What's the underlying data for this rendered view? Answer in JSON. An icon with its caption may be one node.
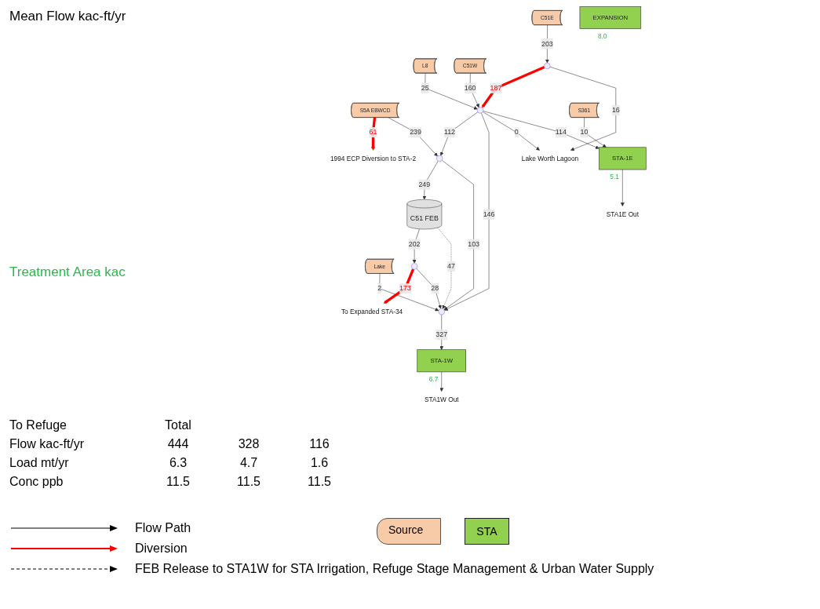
{
  "diagram": {
    "nodes": [
      {
        "text": [
          "S5A EBWCD"
        ]
      },
      {
        "text": [
          "Lake"
        ]
      },
      {
        "text": [
          "L8"
        ]
      },
      {
        "text": [
          "C51W"
        ]
      },
      {
        "text": [
          "1994 ECP Diversion to STA-2"
        ]
      },
      {
        "text": [
          "C51 FEB"
        ]
      },
      {
        "text": [],
        "shape": "circle"
      },
      {
        "text": [
          "To Expanded STA-34"
        ]
      },
      {
        "text": [],
        "shape": "circle"
      },
      {
        "text": [],
        "shape": "circle"
      },
      {
        "text": [],
        "shape": "circle"
      },
      {
        "text": [
          "Lake Worth Lagoon"
        ]
      },
      {
        "text": [],
        "shape": "circle"
      },
      {
        "text": [
          "C51E"
        ]
      },
      {
        "text": [
          "EXPANSION"
        ],
        "beside": [
          "8.0"
        ]
      },
      {
        "text": [
          "STA-1W"
        ],
        "beside": [
          "6.7"
        ]
      },
      {
        "text": [
          "STA-1E"
        ],
        "beside": [
          "5.1"
        ]
      },
      {
        "text": [
          "S361"
        ]
      },
      {
        "text": [
          "STA1W Out"
        ]
      },
      {
        "text": [
          "STA1E Out"
        ]
      }
    ],
    "edges": [
      {
        "from": 0,
        "to": 4,
        "arrow": "to",
        "label": "61",
        "style": "thick",
        "color": "#ff0000"
      },
      {
        "from": 0,
        "to": 6,
        "arrow": "to",
        "label": "239"
      },
      {
        "from": 6,
        "to": 5,
        "arrow": "to",
        "label": "249"
      },
      {
        "from": 6,
        "to": 9,
        "arrow": "to",
        "label": "103"
      },
      {
        "from": 1,
        "to": 9,
        "arrow": "to",
        "label": "2"
      },
      {
        "from": 10,
        "to": 6,
        "arrow": "to",
        "label": "112"
      },
      {
        "from": 2,
        "to": 10,
        "arrow": "to",
        "label": "25"
      },
      {
        "from": 3,
        "to": 10,
        "arrow": "to",
        "label": "160"
      },
      {
        "from": 5,
        "to": 8,
        "arrow": "to",
        "label": "202"
      },
      {
        "from": 5,
        "to": 9,
        "arrow": "to",
        "label": "47",
        "style": "dashed"
      },
      {
        "from": 8,
        "to": 7,
        "arrow": "to",
        "label": "173",
        "style": "thick",
        "color": "#ff0000"
      },
      {
        "from": 8,
        "to": 9,
        "arrow": "to",
        "label": "28"
      },
      {
        "from": 10,
        "to": 9,
        "arrow": "to",
        "label": "146"
      },
      {
        "from": 10,
        "to": 11,
        "arrow": "to",
        "label": "0"
      },
      {
        "from": 12,
        "to": 10,
        "arrow": "to",
        "label": "187",
        "style": "thick",
        "color": "#ff0000"
      },
      {
        "from": 12,
        "to": 11,
        "arrow": "to",
        "label": "16"
      },
      {
        "from": 13,
        "to": 12,
        "arrow": "to",
        "label": "203"
      },
      {
        "from": 9,
        "to": 15,
        "arrow": "to",
        "label": "327"
      },
      {
        "from": 10,
        "to": 16,
        "arrow": "to",
        "label": "114"
      },
      {
        "from": 17,
        "to": 16,
        "arrow": "to",
        "label": "10"
      },
      {
        "from": 15,
        "to": 18,
        "arrow": "to"
      },
      {
        "from": 16,
        "to": 19,
        "arrow": "to"
      }
    ],
    "labels": [
      "Mean Flow kac-ft/yr",
      "Treatment Area kac",
      "To Refuge",
      "Total",
      "Flow kac-ft/yr",
      "444",
      "328",
      "116",
      "Load mt/yr",
      "6.3",
      "4.7",
      "1.6",
      "Conc ppb",
      "11.5",
      "11.5",
      "11.5"
    ],
    "legend": [
      {
        "text": "Flow Path"
      },
      {
        "text": "Diversion"
      },
      {
        "text": "FEB Release to STA1W for STA Irrigation, Refuge Stage Management & Urban Water Supply"
      },
      {
        "text": "Source"
      },
      {
        "text": "STA"
      }
    ]
  }
}
